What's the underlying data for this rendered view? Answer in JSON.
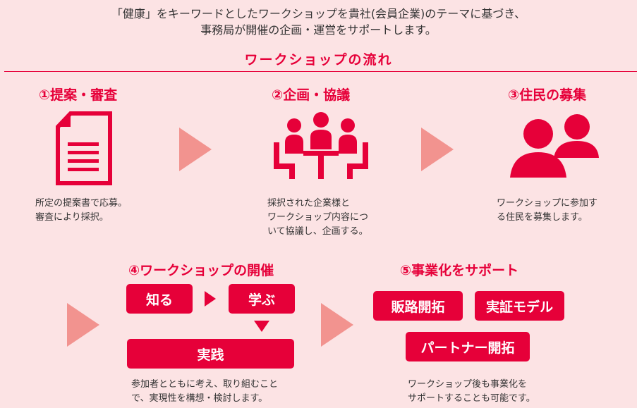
{
  "intro": {
    "line1": "「健康」をキーワードとしたワークショップを貴社(会員企業)のテーマに基づき、",
    "line2": "事務局が開催の企画・運営をサポートします。"
  },
  "section_title": "ワークショップの流れ",
  "steps": [
    {
      "title": "①提案・審査",
      "desc": [
        "所定の提案書で応募。",
        "審査により採択。"
      ],
      "icon": "document-icon"
    },
    {
      "title": "②企画・協議",
      "desc": [
        "採択された企業様と",
        "ワークショップ内容につ",
        "いて協議し、企画する。"
      ],
      "icon": "meeting-icon"
    },
    {
      "title": "③住民の募集",
      "desc": [
        "ワークショップに参加す",
        "る住民を募集します。"
      ],
      "icon": "people-icon"
    },
    {
      "title": "④ワークショップの開催",
      "desc": [
        "参加者とともに考え、取り組むこと",
        "で、実現性を構想・検討します。"
      ]
    },
    {
      "title": "⑤事業化をサポート",
      "desc": [
        "ワークショップ後も事業化を",
        "サポートすることも可能です。"
      ]
    }
  ],
  "workshop_flow": {
    "know": "知る",
    "learn": "学ぶ",
    "practice": "実践"
  },
  "support_tags": [
    "販路開拓",
    "実証モデル",
    "パートナー開拓"
  ],
  "colors": {
    "accent": "#e60039",
    "arrow": "#f2938f",
    "background": "#fce3e4"
  }
}
